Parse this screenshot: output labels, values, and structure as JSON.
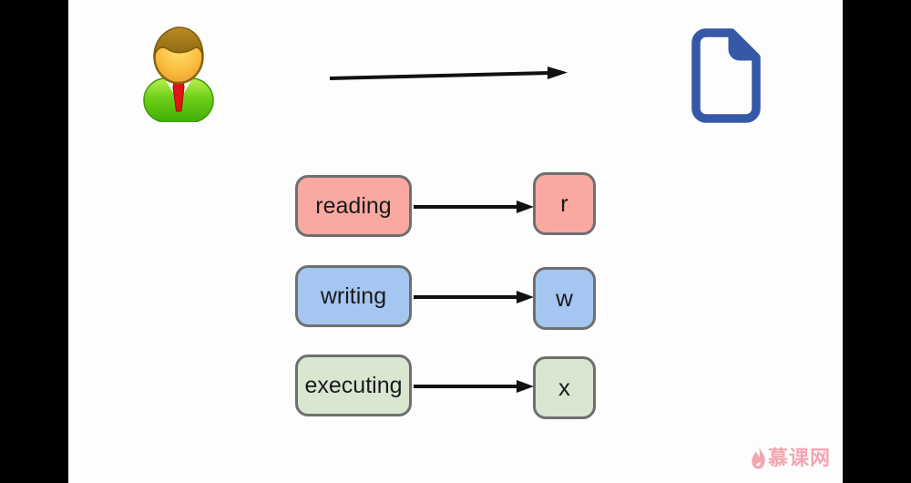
{
  "slide": {
    "description": "file permissions mapping diagram",
    "background_color": "#fdfdfd",
    "letterbox_color": "#000000"
  },
  "header": {
    "user_icon": "user-icon",
    "file_icon": "file-icon",
    "arrow_color": "#111111",
    "file_icon_color": "#3659a7"
  },
  "rows": [
    {
      "label": "reading",
      "symbol": "r",
      "fill": "#f9a9a2",
      "border": "#6f6f6f"
    },
    {
      "label": "writing",
      "symbol": "w",
      "fill": "#a5c6f0",
      "border": "#6f6f6f"
    },
    {
      "label": "executing",
      "symbol": "x",
      "fill": "#d9e6d0",
      "border": "#6f6f6f"
    }
  ],
  "watermark": {
    "text": "慕课网",
    "color": "#f2a6af",
    "flame_icon": "flame-icon"
  }
}
